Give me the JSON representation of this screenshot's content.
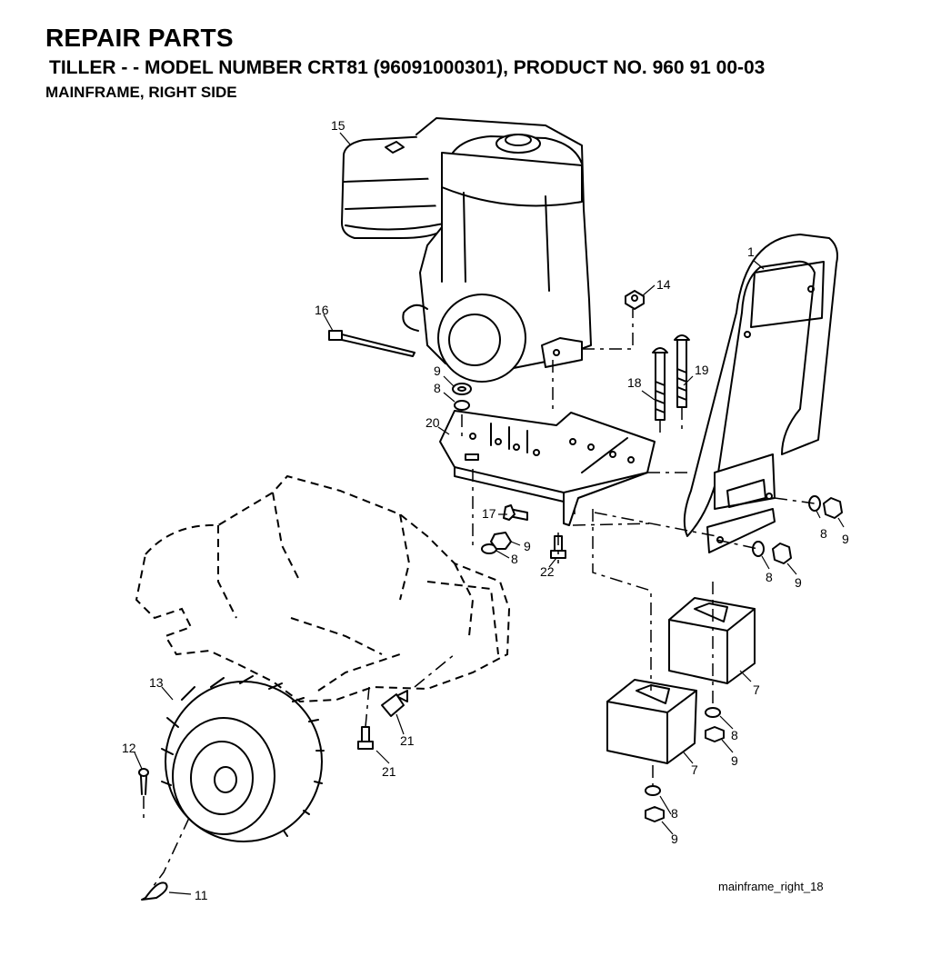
{
  "header": {
    "title": "REPAIR PARTS",
    "subtitle": "TILLER - - MODEL NUMBER CRT81 (96091000301), PRODUCT NO. 960 91 00-03",
    "section": "MAINFRAME, RIGHT SIDE"
  },
  "callouts": [
    {
      "id": "c15",
      "label": "15"
    },
    {
      "id": "c1",
      "label": "1"
    },
    {
      "id": "c14",
      "label": "14"
    },
    {
      "id": "c16",
      "label": "16"
    },
    {
      "id": "c9a",
      "label": "9"
    },
    {
      "id": "c8a",
      "label": "8"
    },
    {
      "id": "c18",
      "label": "18"
    },
    {
      "id": "c19",
      "label": "19"
    },
    {
      "id": "c20",
      "label": "20"
    },
    {
      "id": "c17",
      "label": "17"
    },
    {
      "id": "c9b",
      "label": "9"
    },
    {
      "id": "c8b",
      "label": "8"
    },
    {
      "id": "c22",
      "label": "22"
    },
    {
      "id": "c8c",
      "label": "8"
    },
    {
      "id": "c9c",
      "label": "9"
    },
    {
      "id": "c8d",
      "label": "8"
    },
    {
      "id": "c9d",
      "label": "9"
    },
    {
      "id": "c7a",
      "label": "7"
    },
    {
      "id": "c8e",
      "label": "8"
    },
    {
      "id": "c9e",
      "label": "9"
    },
    {
      "id": "c7b",
      "label": "7"
    },
    {
      "id": "c13",
      "label": "13"
    },
    {
      "id": "c21a",
      "label": "21"
    },
    {
      "id": "c21b",
      "label": "21"
    },
    {
      "id": "c12",
      "label": "12"
    },
    {
      "id": "c8f",
      "label": "8"
    },
    {
      "id": "c9f",
      "label": "9"
    },
    {
      "id": "c11",
      "label": "11"
    }
  ],
  "footer": {
    "figure_id": "mainframe_right_18"
  }
}
